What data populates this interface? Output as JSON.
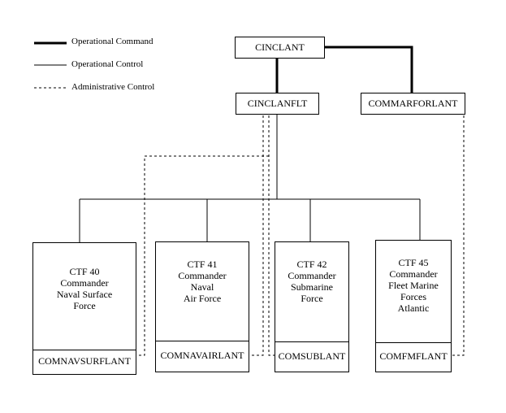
{
  "legend": [
    {
      "label": "Operational Command",
      "style": "thick"
    },
    {
      "label": "Operational Control",
      "style": "thin"
    },
    {
      "label": "Administrative Control",
      "style": "dashed"
    }
  ],
  "nodes": {
    "cinclant": "CINCLANT",
    "cinclanflt": "CINCLANFLT",
    "commarforlant": "COMMARFORLANT"
  },
  "task_forces": [
    {
      "lines": [
        "CTF 40",
        "Commander",
        "Naval Surface",
        "Force"
      ],
      "footer": "COMNAVSURFLANT"
    },
    {
      "lines": [
        "CTF 41",
        "Commander",
        "Naval",
        "Air Force"
      ],
      "footer": "COMNAVAIRLANT"
    },
    {
      "lines": [
        "CTF 42",
        "Commander",
        "Submarine",
        "Force"
      ],
      "footer": "COMSUBLANT"
    },
    {
      "lines": [
        "CTF 45",
        "Commander",
        "Fleet Marine",
        "Forces",
        "Atlantic"
      ],
      "footer": "COMFMFLANT"
    }
  ]
}
